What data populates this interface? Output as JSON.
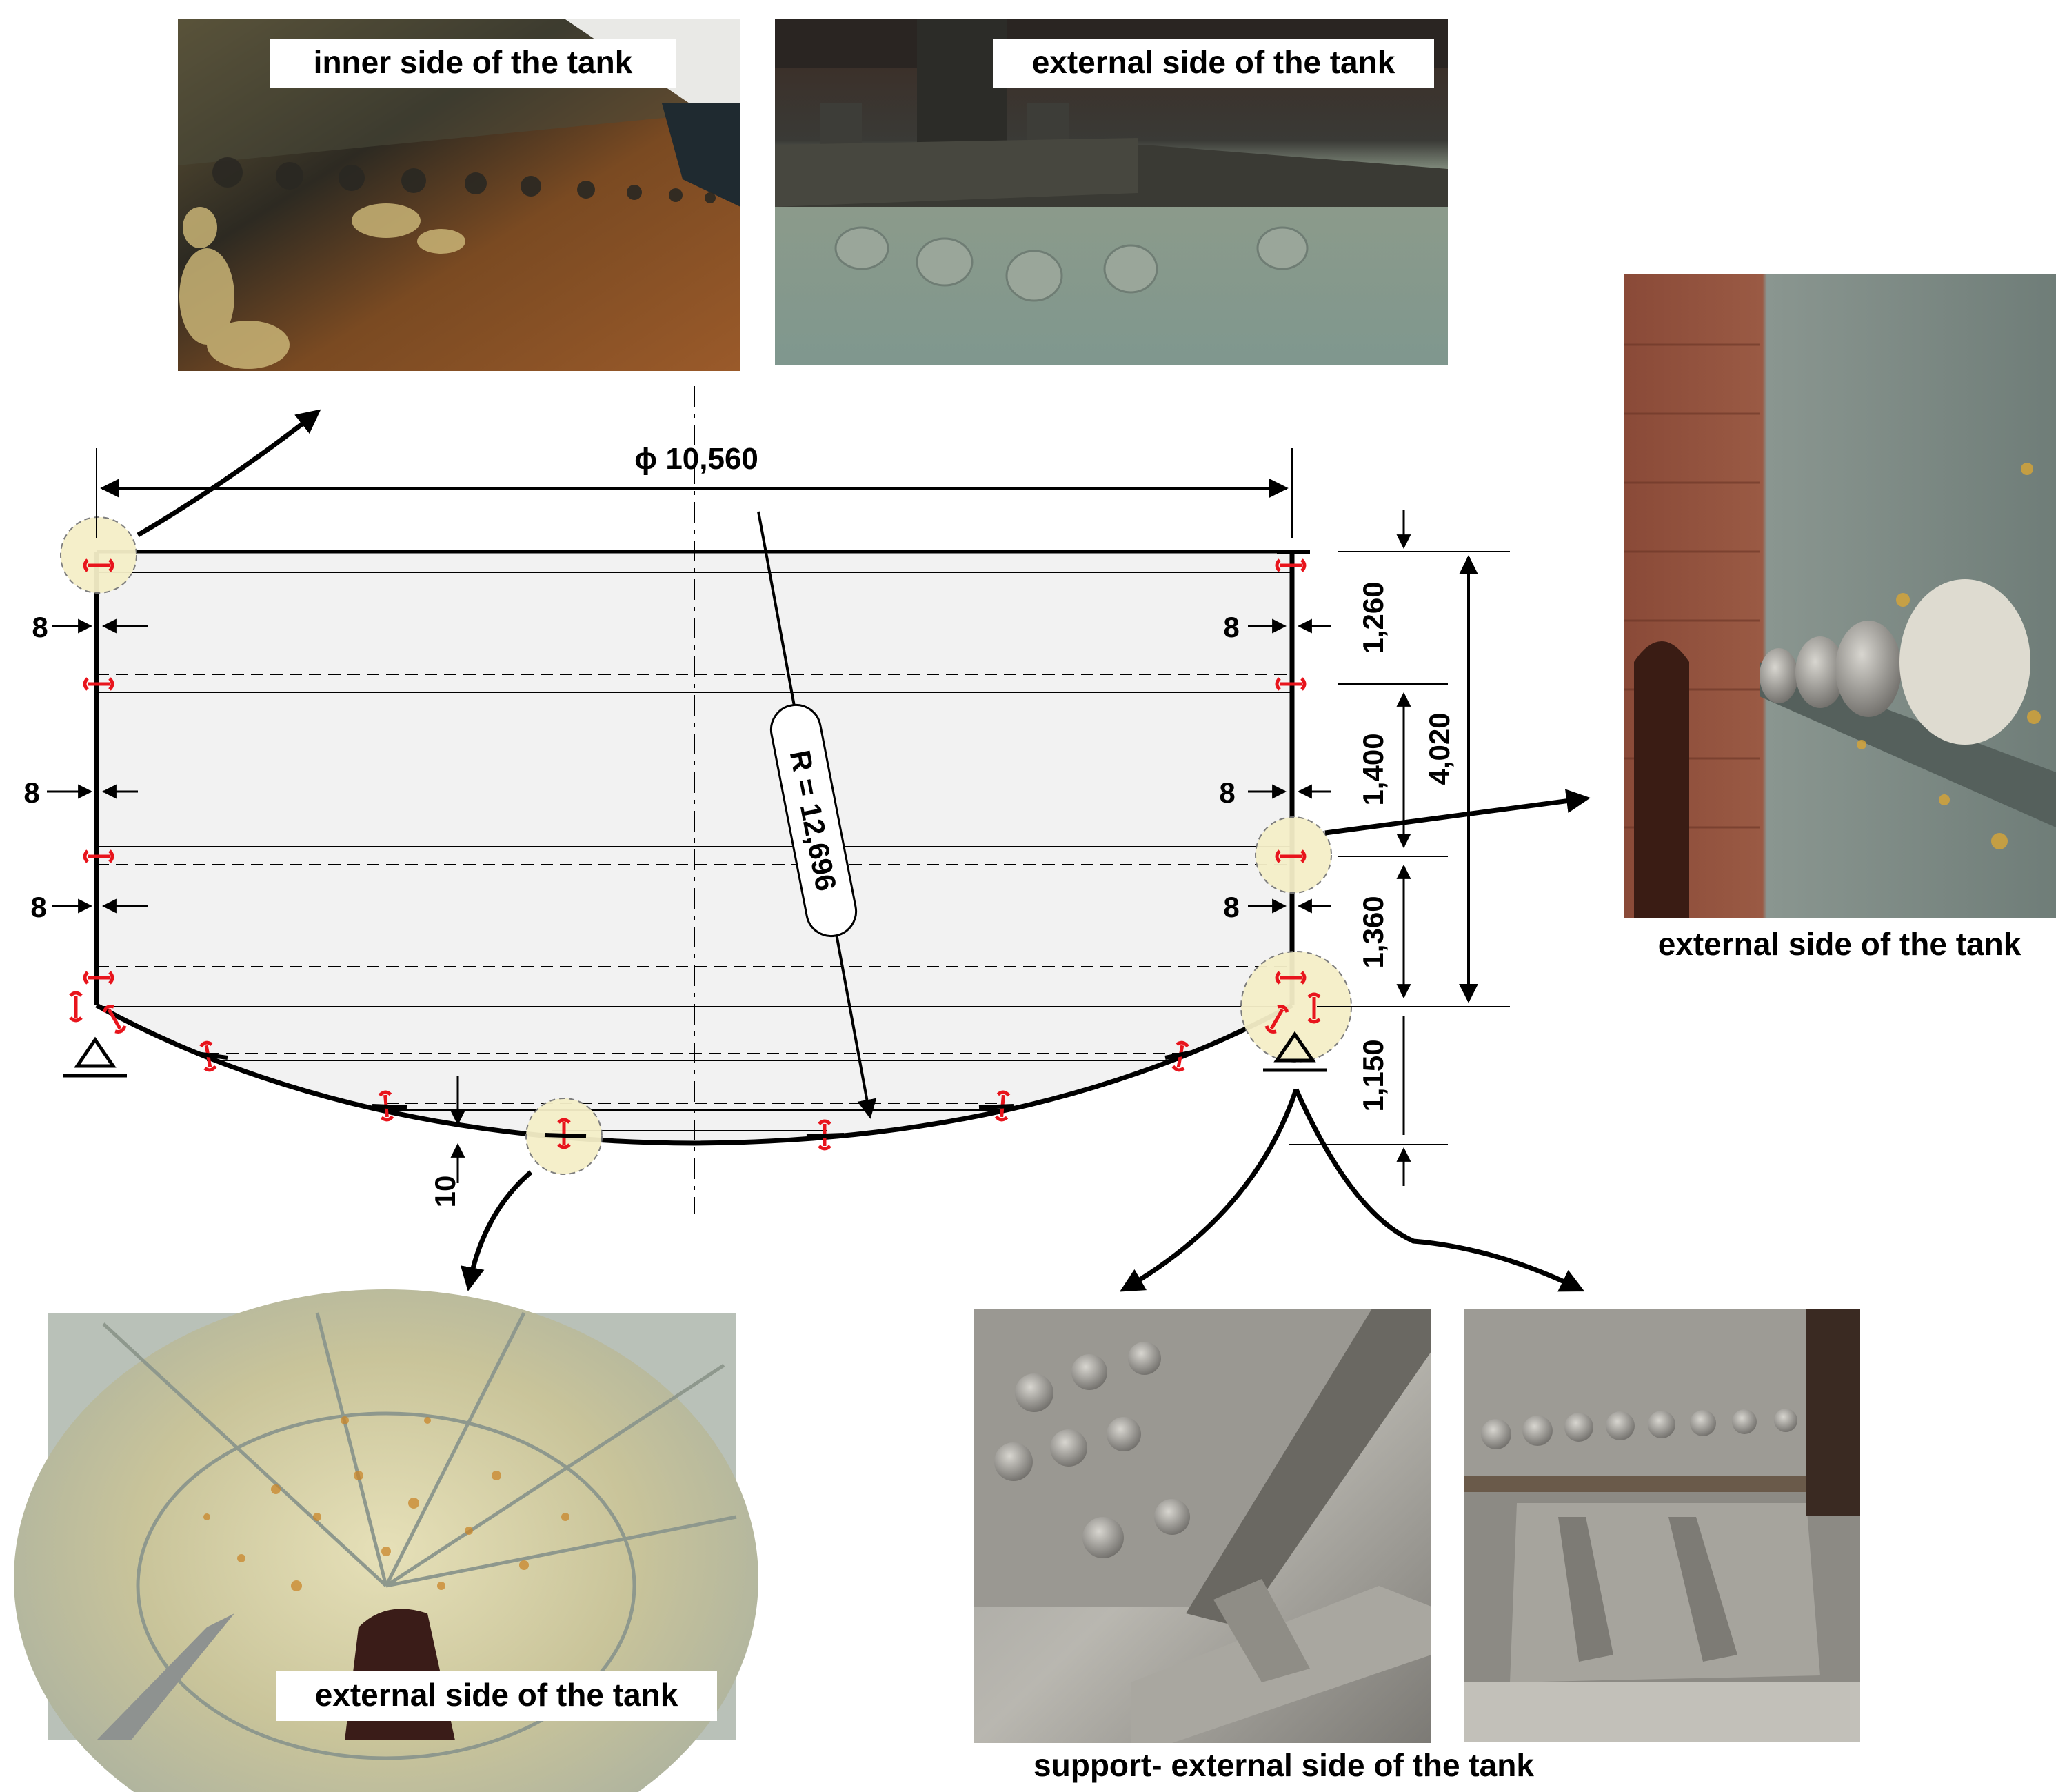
{
  "photos": {
    "top_left_label": "inner side of the tank",
    "top_right_label": "external side of the tank",
    "right_caption": "external side of the tank",
    "bottom_left_label": "external side of the tank",
    "bottom_right_caption": "support- external side of the tank"
  },
  "dimensions": {
    "diameter": "ϕ 10,560",
    "radius": "R = 12,696",
    "thk_left_1": "8",
    "thk_left_2": "8",
    "thk_left_3": "8",
    "thk_right_1": "8",
    "thk_right_2": "8",
    "thk_right_3": "8",
    "thk_bottom": "10",
    "h1": "1,260",
    "h2": "1,400",
    "h3": "1,360",
    "h_total": "4,020",
    "h_bottom": "1,150"
  },
  "colors": {
    "rivet": "#e8141c",
    "tank_fill": "#f2f2f2",
    "highlight": "#f5efc8",
    "line": "#000000"
  }
}
